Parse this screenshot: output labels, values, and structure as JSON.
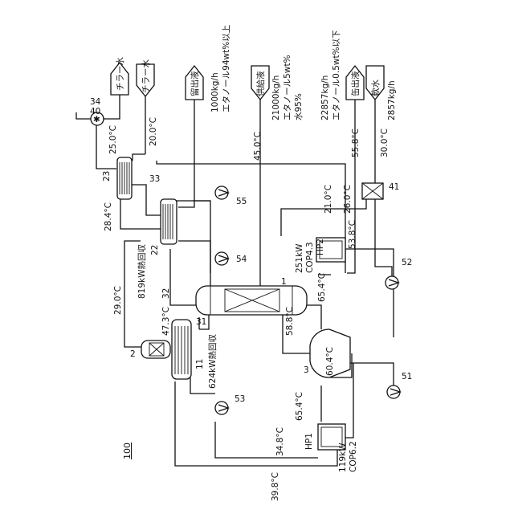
{
  "figure_number": "100",
  "top_streams": {
    "chiller_out": "チラー水",
    "chiller_in": "チラー水",
    "distillate": "留出液",
    "feed": "供給液",
    "bottoms": "缶出液",
    "soft_water": "軟水"
  },
  "stream_info": {
    "distillate_rate": "1000kg/h",
    "distillate_spec": "エタノール94wt%以上",
    "feed_rate": "21000kg/h",
    "feed_ethanol": "エタノール5wt%",
    "feed_water": "水95%",
    "bottoms_rate": "22857kg/h",
    "bottoms_spec": "エタノール0.5wt%以下",
    "soft_water_rate": "2857kg/h"
  },
  "temperatures": {
    "t250": "25.0°C",
    "t200": "20.0°C",
    "t284": "28.4°C",
    "t290": "29.0°C",
    "t450": "45.0°C",
    "t473": "47.3°C",
    "t210": "21.0°C",
    "t260": "26.0°C",
    "t558": "55.8°C",
    "t300": "30.0°C",
    "t538": "53.8°C",
    "t654a": "65.4°C",
    "t588": "58.8°C",
    "t604": "60.4°C",
    "t654b": "65.4°C",
    "t348": "34.8°C",
    "t398": "39.8°C"
  },
  "equipment": {
    "hp2": "HP2",
    "hp2_power": "251kW",
    "hp2_cop": "COP4.3",
    "hp1": "HP1",
    "hp1_power": "119kW",
    "hp1_cop": "COP6.2",
    "heat_819": "819kW熱回収",
    "heat_624": "624kW熱回収"
  },
  "ref_numbers": {
    "n1": "1",
    "n2": "2",
    "n3": "3",
    "n11": "11",
    "n22": "22",
    "n23": "23",
    "n31": "31",
    "n32": "32",
    "n33": "33",
    "n34": "34",
    "n40": "40",
    "n41": "41",
    "n51": "51",
    "n52": "52",
    "n53": "53",
    "n54": "54",
    "n55": "55"
  }
}
